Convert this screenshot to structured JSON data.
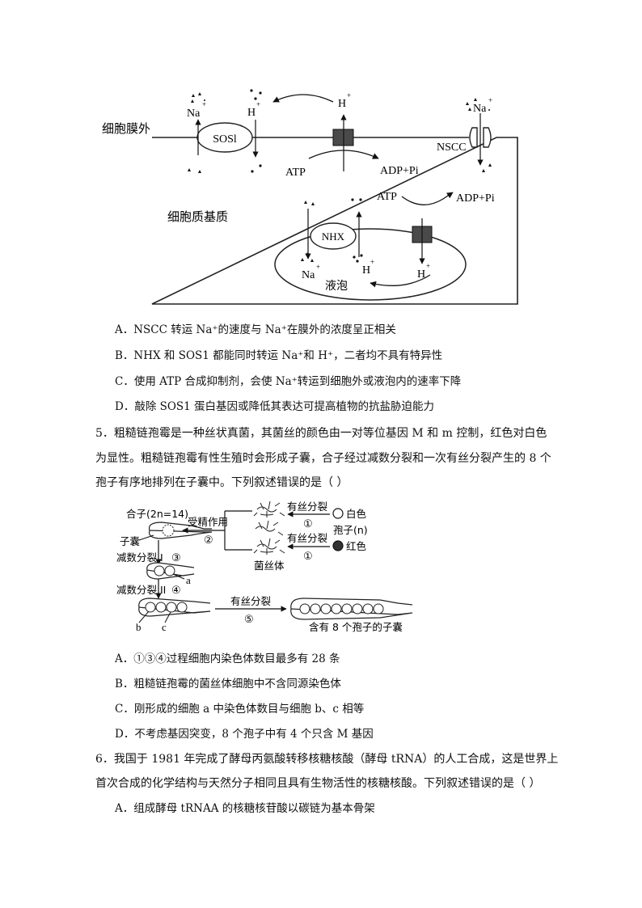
{
  "fig1": {
    "outside_label": "细胞膜外",
    "cytoplasm_label": "细胞质基质",
    "vacuole_label": "液泡",
    "sos1": "SOSl",
    "nhx": "NHX",
    "nscc": "NSCC",
    "na": "Na",
    "h": "H",
    "plus": "+",
    "atp": "ATP",
    "adp": "ADP+Pi"
  },
  "q4_options": [
    "A．NSCC 转运 Na⁺的速度与 Na⁺在膜外的浓度呈正相关",
    "B．NHX 和 SOS1 都能同时转运 Na⁺和 H⁺，二者均不具有特异性",
    "C．使用 ATP 合成抑制剂，会使 Na⁺转运到细胞外或液泡内的速率下降",
    "D．敲除 SOS1 蛋白基因或降低其表达可提高植物的抗盐胁迫能力"
  ],
  "q5": {
    "line1": "5．粗糙链孢霉是一种丝状真菌，其菌丝的颜色由一对等位基因 M 和 m 控制，红色对白色",
    "line2": "为显性。粗糙链孢霉有性生殖时会形成子囊，合子经过减数分裂和一次有丝分裂产生的 8 个",
    "line3": "孢子有序地排列在子囊中。下列叙述错误的是（    ）"
  },
  "fig2": {
    "zygote": "合子(2n=14)",
    "ascus": "子囊",
    "meiosis1": "减数分裂 I",
    "meiosis2": "减数分裂 II",
    "fertilization": "受精作用",
    "mitosis": "有丝分裂",
    "white": "白色",
    "red": "红色",
    "spore": "孢子(n)",
    "hypha": "菌丝体",
    "c1": "①",
    "c2": "②",
    "c3": "③",
    "c4": "④",
    "c5": "⑤",
    "a": "a",
    "b": "b",
    "c": "c",
    "ascus8": "含有 8 个孢子的子囊"
  },
  "q5_options": [
    "A．①③④过程细胞内染色体数目最多有 28 条",
    "B．粗糙链孢霉的菌丝体细胞中不含同源染色体",
    "C．刚形成的细胞 a 中染色体数目与细胞 b、c 相等",
    "D．不考虑基因突变，8 个孢子中有 4 个只含 M 基因"
  ],
  "q6": {
    "line1": "6．我国于 1981 年完成了酵母丙氨酸转移核糖核酸（酵母 tRNA）的人工合成，这是世界上",
    "line2": "首次合成的化学结构与天然分子相同且具有生物活性的核糖核酸。下列叙述错误的是（    ）",
    "optA": "A．组成酵母 tRNAA 的核糖核苷酸以碳链为基本骨架"
  }
}
